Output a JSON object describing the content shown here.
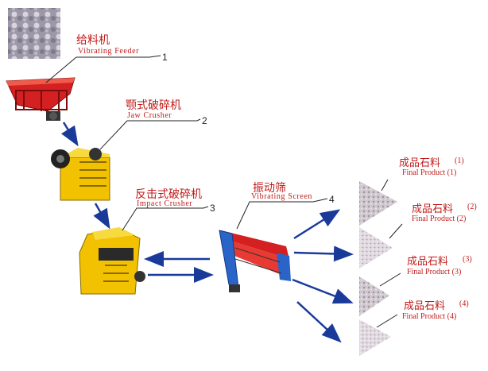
{
  "machines": [
    {
      "cn": "给料机",
      "en": "Vibrating Feeder",
      "num": "1"
    },
    {
      "cn": "颚式破碎机",
      "en": "Jaw Crusher",
      "num": "2"
    },
    {
      "cn": "反击式破碎机",
      "en": "Impact Crusher",
      "num": "3"
    },
    {
      "cn": "振动筛",
      "en": "Vibrating Screen",
      "num": "4"
    }
  ],
  "products": [
    {
      "cn": "成品石料",
      "num": "(1)",
      "en": "Final Product (1)"
    },
    {
      "cn": "成品石料",
      "num": "(2)",
      "en": "Final Product (2)"
    },
    {
      "cn": "成品石料",
      "num": "(3)",
      "en": "Final Product (3)"
    },
    {
      "cn": "成品石料",
      "num": "(4)",
      "en": "Final Product (4)"
    }
  ],
  "colors": {
    "label": "#c11a1a",
    "arrow": "#1a3a9a",
    "machine_red": "#d42020",
    "machine_yellow": "#f2c200",
    "screen_blue": "#2a64c8",
    "stone": "#b8b0b8"
  }
}
